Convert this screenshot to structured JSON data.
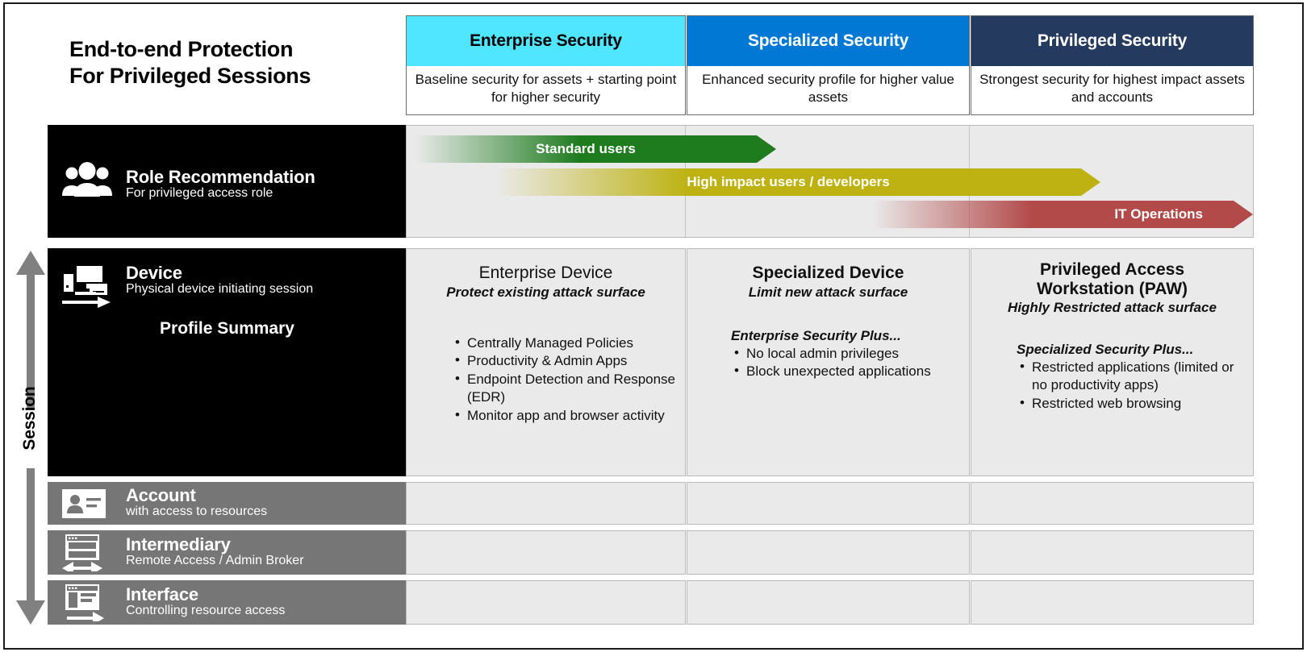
{
  "title": {
    "line1": "End-to-end Protection",
    "line2": "For Privileged Sessions"
  },
  "session_axis": {
    "label": "Session"
  },
  "columns": [
    {
      "name": "Enterprise Security",
      "band_color": "#50E6FF",
      "band_text_color": "#000000",
      "description": "Baseline security for assets + starting point for higher security"
    },
    {
      "name": "Specialized Security",
      "band_color": "#0078D4",
      "band_text_color": "#FFFFFF",
      "description": "Enhanced security profile for higher value assets"
    },
    {
      "name": "Privileged Security",
      "band_color": "#243A5E",
      "band_text_color": "#FFFFFF",
      "description": "Strongest security for highest impact assets and accounts"
    }
  ],
  "rows": {
    "role": {
      "title": "Role Recommendation",
      "subtitle": "For privileged access role",
      "icon": "people-group-icon",
      "arrows": [
        {
          "label": "Standard users",
          "color": "#1E7B1E",
          "align": "center"
        },
        {
          "label": "High impact users / developers",
          "color": "#BDB211",
          "align": "center"
        },
        {
          "label": "IT Operations",
          "color": "#B34A4A",
          "align": "right"
        }
      ]
    },
    "device": {
      "title": "Device",
      "subtitle": "Physical device initiating session",
      "icon": "monitor-devices-arrow-icon",
      "profile_summary": "Profile Summary",
      "cells": [
        {
          "title": "Enterprise Device",
          "title_bold": false,
          "subtitle": "Protect existing attack surface",
          "plus_heading": "",
          "bullets": [
            "Centrally Managed Policies",
            "Productivity & Admin Apps",
            "Endpoint Detection and Response (EDR)",
            "Monitor app and browser activity"
          ]
        },
        {
          "title": "Specialized Device",
          "title_bold": true,
          "subtitle": "Limit new attack surface",
          "plus_heading": "Enterprise Security Plus...",
          "bullets": [
            "No local admin privileges",
            "Block unexpected applications"
          ]
        },
        {
          "title": "Privileged Access Workstation (PAW)",
          "title_bold": true,
          "subtitle": "Highly Restricted attack surface",
          "plus_heading": "Specialized Security Plus...",
          "bullets": [
            "Restricted applications (limited or no productivity apps)",
            "Restricted web browsing"
          ]
        }
      ]
    },
    "account": {
      "title": "Account",
      "subtitle": "with access to resources",
      "icon": "id-card-icon"
    },
    "intermediary": {
      "title": "Intermediary",
      "subtitle": "Remote Access / Admin Broker",
      "icon": "window-double-arrow-icon"
    },
    "interface": {
      "title": "Interface",
      "subtitle": "Controlling resource access",
      "icon": "window-panel-arrow-icon"
    }
  },
  "palette": {
    "panel_bg": "#EAEAEA",
    "label_dark": "#000000",
    "label_grey": "#767676",
    "border": "#B9B9B9"
  }
}
